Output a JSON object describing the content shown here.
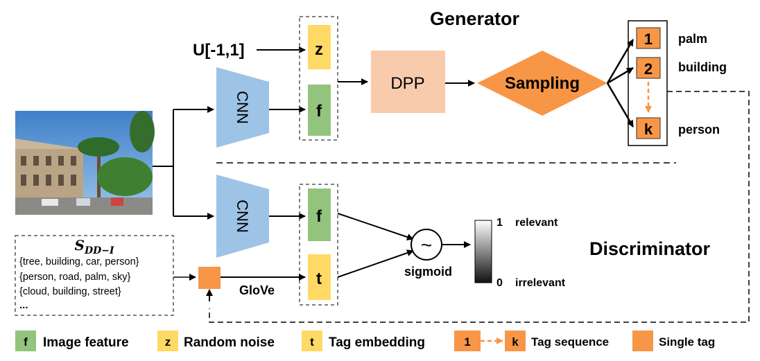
{
  "generator": {
    "title": "Generator",
    "noise_source": "U[-1,1]",
    "noise_box": "z",
    "feature_box": "f",
    "cnn": "CNN",
    "dpp": "DPP",
    "sampling": "Sampling",
    "sequence": [
      {
        "index": "1",
        "tag": "palm"
      },
      {
        "index": "2",
        "tag": "building"
      },
      {
        "index": "k",
        "tag": "person"
      }
    ]
  },
  "discriminator": {
    "title": "Discriminator",
    "cnn": "CNN",
    "feature_box": "f",
    "tag_box": "t",
    "glove": "GloVe",
    "sigmoid": "sigmoid",
    "sigmoid_symbol": "~",
    "scale": {
      "top_value": "1",
      "top_label": "relevant",
      "bottom_value": "0",
      "bottom_label": "irrelevant"
    },
    "dataset": {
      "title": "S",
      "subscript": "DD−I",
      "lines": [
        "{tree, building, car, person}",
        "{person, road, palm, sky}",
        "{cloud, building, street}",
        "..."
      ]
    }
  },
  "legend": {
    "image_feature": {
      "symbol": "f",
      "label": "Image feature"
    },
    "random_noise": {
      "symbol": "z",
      "label": "Random noise"
    },
    "tag_embedding": {
      "symbol": "t",
      "label": "Tag embedding"
    },
    "tag_sequence": {
      "start": "1",
      "end": "k",
      "label": "Tag sequence"
    },
    "single_tag": {
      "label": "Single tag"
    }
  },
  "colors": {
    "green": "#93c47d",
    "yellow": "#ffd966",
    "orange": "#f79646",
    "peach": "#f8cbad",
    "blue": "#9dc3e6"
  },
  "image": {
    "description_icon": "street-photo-icon"
  }
}
